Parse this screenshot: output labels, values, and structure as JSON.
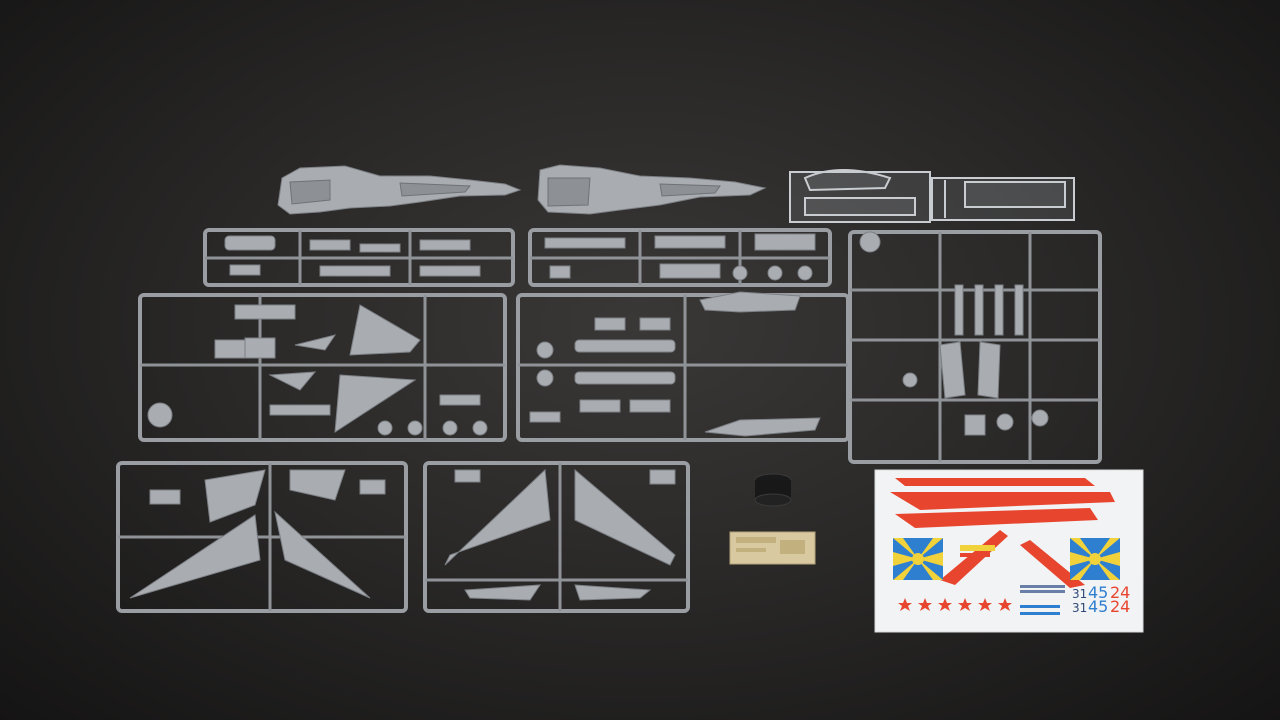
{
  "photo": {
    "background": "#2a2928",
    "plastic_color": "#a9adb2"
  },
  "decal_sheet": {
    "numbers": [
      "31",
      "45",
      "24"
    ],
    "colors": {
      "red": "#e8452f",
      "blue": "#2f7fd0",
      "yellow": "#f1d23a",
      "sheet": "#f2f3f4"
    }
  }
}
